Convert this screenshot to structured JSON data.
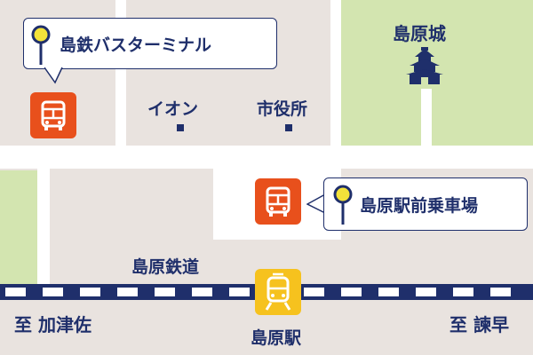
{
  "landmarks": {
    "castle": "島原城",
    "aeon": "イオン",
    "city_hall": "市役所",
    "railway": "島原鉄道",
    "station": "島原駅"
  },
  "bus_stops": {
    "terminal": "島鉄バスターミナル",
    "station_front": "島原駅前乗車場"
  },
  "directions": {
    "west": "至 加津佐",
    "east": "至 諫早"
  },
  "colors": {
    "background": "#e9e3df",
    "road": "#ffffff",
    "park": "#d3e5b0",
    "navy": "#1f2f6b",
    "bus_orange": "#e8501c",
    "train_yellow": "#f6c21e",
    "pin_yellow": "#f3e23a"
  }
}
